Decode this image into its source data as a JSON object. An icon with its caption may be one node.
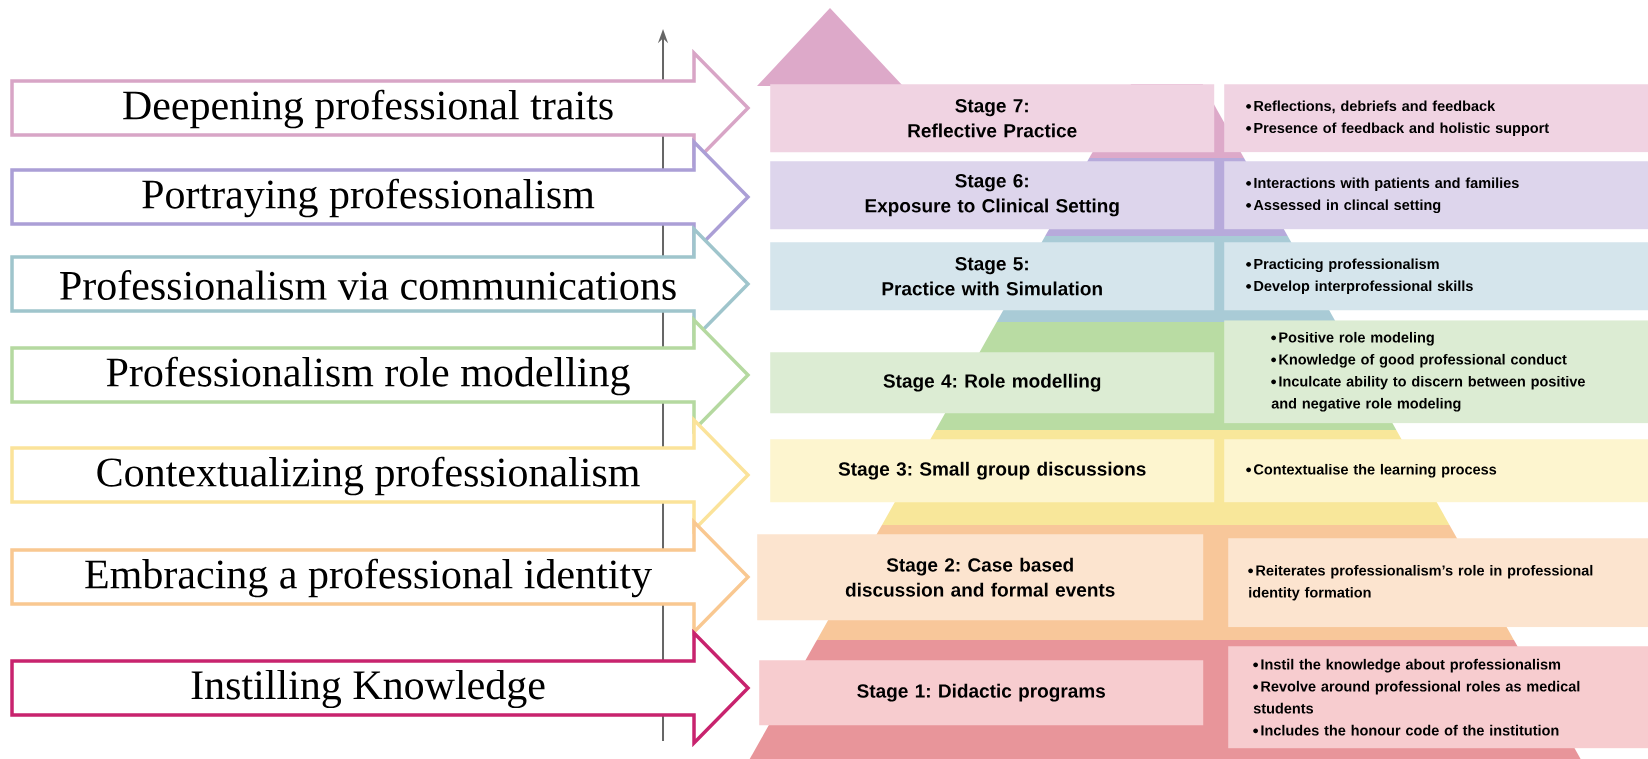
{
  "diagram": {
    "nodes": [
      {
        "text": [
          "Deepening professional traits"
        ]
      },
      {
        "text": [
          "Stage 7:",
          "Reflective Practice"
        ]
      },
      {
        "text": [
          "Reflections, debriefs and feedback",
          "Presence of feedback and holistic support"
        ]
      },
      {
        "text": [
          "Portraying professionalism"
        ]
      },
      {
        "text": [
          "Stage 6:",
          "Exposure to Clinical Setting"
        ]
      },
      {
        "text": [
          "Interactions with patients and families",
          "Assessed in clincal setting"
        ]
      },
      {
        "text": [
          "Professionalism via communications"
        ]
      },
      {
        "text": [
          "Stage 5:",
          "Practice with Simulation"
        ]
      },
      {
        "text": [
          "Practicing professionalism",
          "Develop interprofessional skills"
        ]
      },
      {
        "text": [
          "Professionalism role modelling"
        ]
      },
      {
        "text": [
          "Stage 4: Role modelling"
        ]
      },
      {
        "text": [
          "Positive role modeling",
          "Knowledge of good professional conduct",
          "Inculcate ability to discern between positive and negative role modeling"
        ]
      },
      {
        "text": [
          "Contextualizing professionalism"
        ]
      },
      {
        "text": [
          "Stage 3: Small group discussions"
        ]
      },
      {
        "text": [
          "Contextualise the learning process"
        ]
      },
      {
        "text": [
          "Embracing a professional identity"
        ]
      },
      {
        "text": [
          "Stage 2: Case based discussion and formal events"
        ]
      },
      {
        "text": [
          "Reiterates professionalism’s role in professional identity formation"
        ]
      },
      {
        "text": [
          "Instilling Knowledge"
        ]
      },
      {
        "text": [
          "Stage 1: Didactic programs"
        ]
      },
      {
        "text": [
          "Instil the knowledge about professionalism",
          "Revolve around professional roles as medical students",
          "Includes the honour code of the institution"
        ]
      }
    ]
  }
}
